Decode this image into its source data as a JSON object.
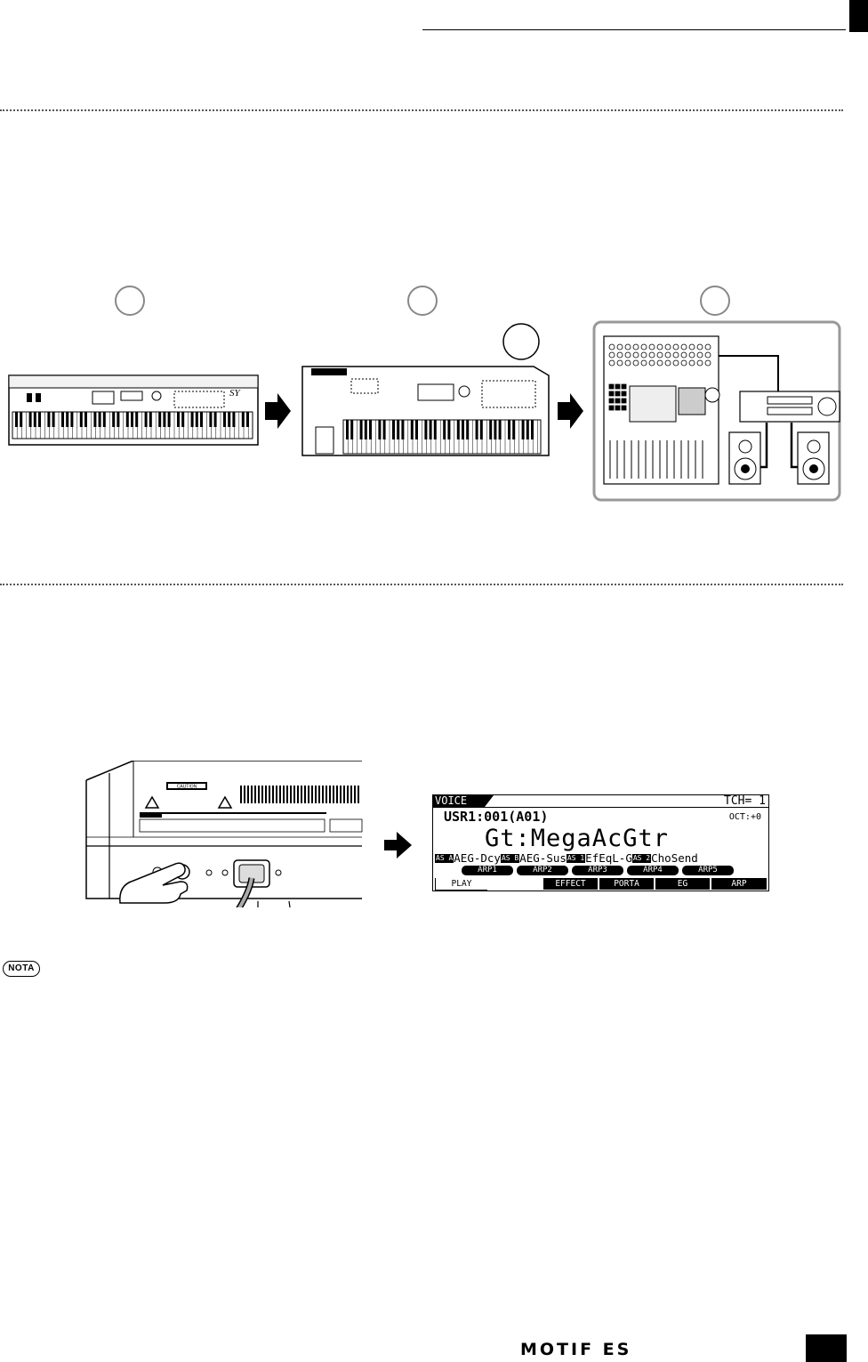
{
  "footer": {
    "brand": "MOTIF ES"
  },
  "note": {
    "label": "NOTA"
  },
  "diagram1": {
    "synth_logo": "SY"
  },
  "warning_label": {
    "caution": "CAUTION"
  },
  "lcd": {
    "mode_tab": "VOICE",
    "tch": "TCH= 1",
    "bank": "USR1:001(A01)",
    "octave": "OCT:+0",
    "voice_name": "Gt:MegaAcGtr",
    "params": [
      {
        "badge": "AS A",
        "label": "AEG-Dcy"
      },
      {
        "badge": "AS B",
        "label": "AEG-Sus"
      },
      {
        "badge": "AS 1",
        "label": "EfEqL-G"
      },
      {
        "badge": "AS 2",
        "label": "ChoSend"
      }
    ],
    "arp_buttons": [
      "ARP1",
      "ARP2",
      "ARP3",
      "ARP4",
      "ARP5"
    ],
    "menu_tabs": [
      "PLAY",
      "",
      "EFFECT",
      "PORTA",
      "EG",
      "ARP"
    ]
  },
  "colors": {
    "ink": "#000000",
    "rule": "#555555",
    "panel_border": "#999999"
  }
}
